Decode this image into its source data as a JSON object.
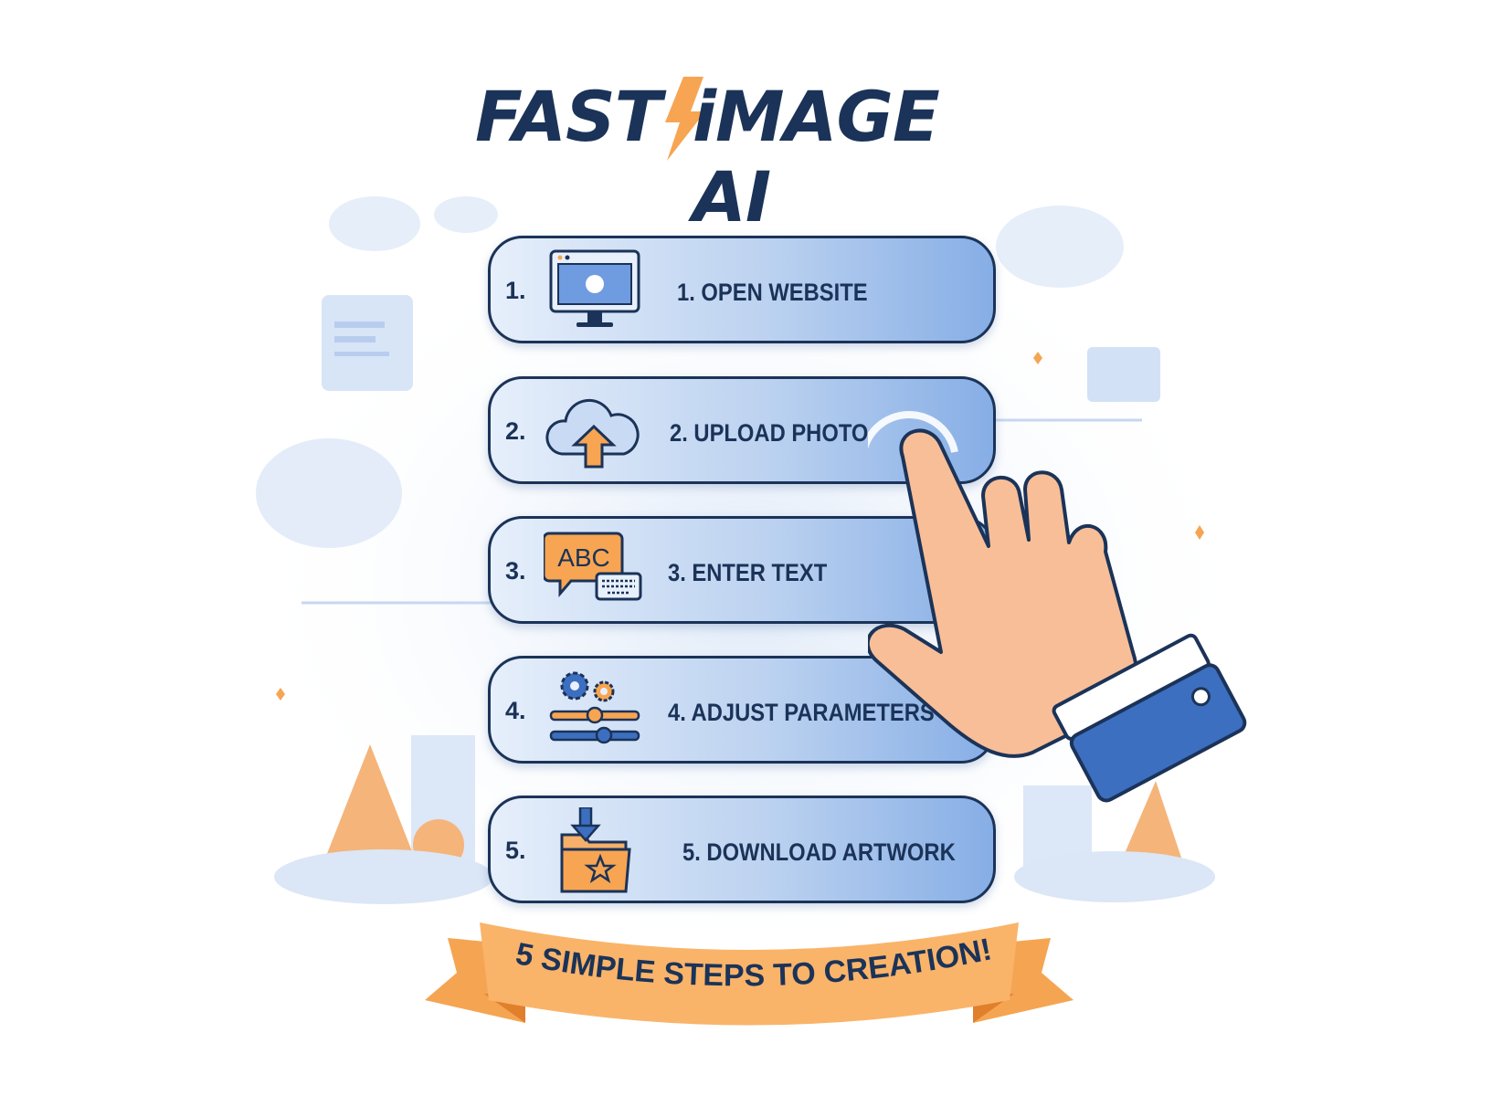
{
  "logo": {
    "part1": "FAST",
    "part2": "iMAGE AI",
    "full": "FAST⚡iMAGE AI"
  },
  "colors": {
    "navy": "#1b3358",
    "orange": "#f7a552",
    "blue": "#3d6fc0"
  },
  "steps": [
    {
      "number": "1.",
      "label": "1. OPEN WEBSITE",
      "icon": "monitor-icon"
    },
    {
      "number": "2.",
      "label": "2. UPLOAD PHOTO",
      "icon": "cloud-upload-icon"
    },
    {
      "number": "3.",
      "label": "3. ENTER TEXT",
      "icon": "abc-keyboard-icon",
      "icon_text": "ABC"
    },
    {
      "number": "4.",
      "label": "4. ADJUST PARAMETERS",
      "icon": "gears-sliders-icon"
    },
    {
      "number": "5.",
      "label": "5. DOWNLOAD ARTWORK",
      "icon": "download-folder-icon"
    }
  ],
  "banner": {
    "text": "5 SIMPLE STEPS TO CREATION!"
  }
}
